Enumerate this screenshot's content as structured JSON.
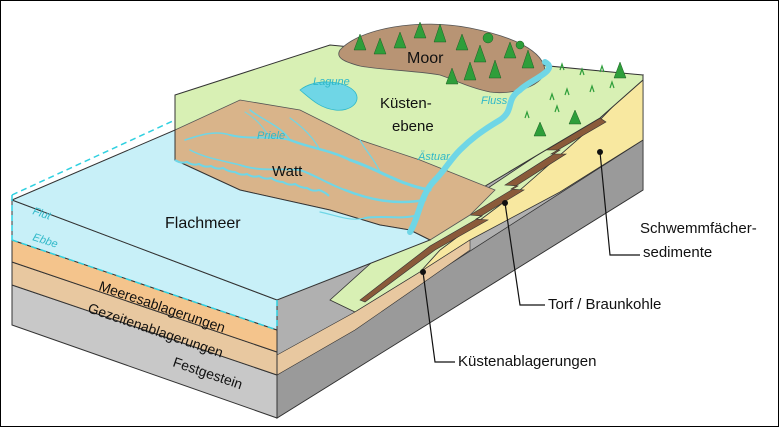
{
  "labels": {
    "moor": "Moor",
    "lagune": "Lagune",
    "kuesten_line1": "Küsten-",
    "kuesten_line2": "ebene",
    "fluss": "Fluss",
    "priele": "Priele",
    "watt": "Watt",
    "aestuar": "Ästuar",
    "flachmeer": "Flachmeer",
    "flut": "Flut",
    "ebbe": "Ebbe",
    "meeres": "Meeresablagerungen",
    "gezeiten": "Gezeitenablagerungen",
    "festgestein": "Festgestein",
    "schwemm_line1": "Schwemmfächer-",
    "schwemm_line2": "sedimente",
    "torf": "Torf / Braunkohle",
    "kuestenablagerungen": "Küstenablagerungen"
  },
  "colors": {
    "sea": "#c8f0f8",
    "tidal_water": "#6fd6e6",
    "tidal_flat": "#d9b48a",
    "coastal_plain": "#d8f0b4",
    "moor": "#b89474",
    "marine_layer": "#f4c48c",
    "tidal_layer": "#e8c8a0",
    "bedrock": "#c8c8c8",
    "bedrock_side": "#9a9a9a",
    "alluvial_fan": "#f8e8a0",
    "peat": "#8a5a3a",
    "tree": "#2e9e3a"
  }
}
